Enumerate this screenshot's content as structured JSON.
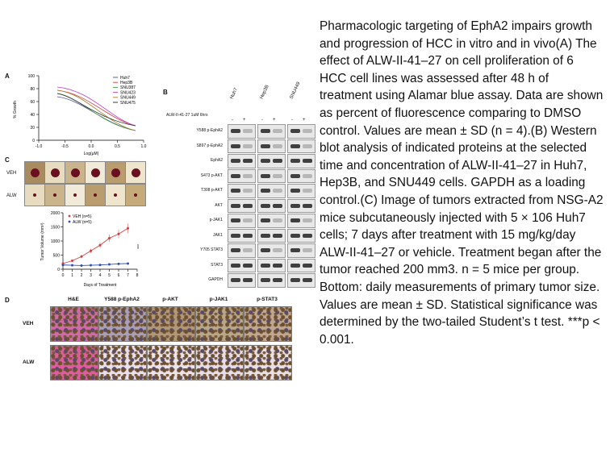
{
  "figure": {
    "panel_labels": {
      "a": "A",
      "b": "B",
      "c": "C",
      "d": "D"
    },
    "panel_a": {
      "ylabel": "% Growth",
      "xlabel": "Log(μM)",
      "yticks": [
        "0",
        "20",
        "40",
        "60",
        "80",
        "100"
      ],
      "xticks": [
        "-1.0",
        "-0.5",
        "0.0",
        "0.5",
        "1.0"
      ],
      "legend": [
        "Huh7",
        "Hep3B",
        "SNU387",
        "SNU423",
        "SNU449",
        "SNU475"
      ],
      "colors": [
        "#4a4aa8",
        "#d23c3c",
        "#3c9c3c",
        "#c03cc0",
        "#a07828",
        "#222222"
      ]
    },
    "panel_b": {
      "treatment_label": "ALW-II-41-27 1uM 6hrs",
      "cell_lines": [
        "Huh7",
        "Hep3B",
        "SNU449"
      ],
      "signs": [
        "-",
        "+"
      ],
      "rows": [
        "Y588 p-EphA2",
        "S897 p-EphA2",
        "EphA2",
        "S473 p-AKT",
        "T308 p-AKT",
        "AKT",
        "p-JAK1",
        "JAK1",
        "Y705 STAT3",
        "STAT3",
        "GAPDH"
      ]
    },
    "panel_c": {
      "row_labels": [
        "VEH",
        "ALW"
      ],
      "ylabel": "Tumor Volume (mm³)",
      "xlabel": "Days of Treatment",
      "legend": [
        "VEH (n=5)",
        "ALW (n=5)"
      ],
      "yticks": [
        "0",
        "500",
        "1000",
        "1500",
        "2000"
      ],
      "xticks": [
        "0",
        "1",
        "2",
        "3",
        "4",
        "5",
        "6",
        "7",
        "8"
      ],
      "significance": "***"
    },
    "panel_d": {
      "columns": [
        "H&E",
        "Y588 p-EphA2",
        "p-AKT",
        "p-JAK1",
        "p-STAT3"
      ],
      "rows": [
        "VEH",
        "ALW"
      ]
    }
  },
  "chart_data": {
    "type": "line",
    "xlabel": "Days of Treatment",
    "ylabel": "Tumor Volume (mm³)",
    "ylim": [
      0,
      2000
    ],
    "xlim": [
      0,
      8
    ],
    "x": [
      0,
      1,
      2,
      3,
      4,
      5,
      6,
      7
    ],
    "series": [
      {
        "name": "VEH (n=5)",
        "values": [
          200,
          300,
          450,
          650,
          850,
          1100,
          1250,
          1450
        ],
        "color": "#d23c3c"
      },
      {
        "name": "ALW (n=5)",
        "values": [
          150,
          140,
          130,
          140,
          150,
          170,
          190,
          200
        ],
        "color": "#2f4fb0"
      }
    ]
  },
  "caption": "Pharmacologic targeting of EphA2 impairs growth and progression of HCC in vitro and in vivo(A) The effect of ALW-II-41–27 on cell proliferation of 6 HCC cell lines was assessed after 48 h of treatment using Alamar blue assay. Data are shown as percent of fluorescence comparing to DMSO control. Values are mean ± SD (n = 4).(B) Western blot analysis of indicated proteins at the selected time and concentration of ALW-II-41–27 in Huh7, Hep3B, and SNU449 cells. GAPDH as a loading control.(C) Image of tumors extracted from NSG-A2 mice subcutaneously injected with 5 × 106 Huh7 cells; 7 days after treatment with 15 mg/kg/day ALW-II-41–27 or vehicle. Treatment began after the tumor reached 200 mm3. n = 5 mice per group. Bottom: daily measurements of primary tumor size. Values are mean ± SD. Statistical significance was determined by the two-tailed Student’s t test. ***p < 0.001."
}
